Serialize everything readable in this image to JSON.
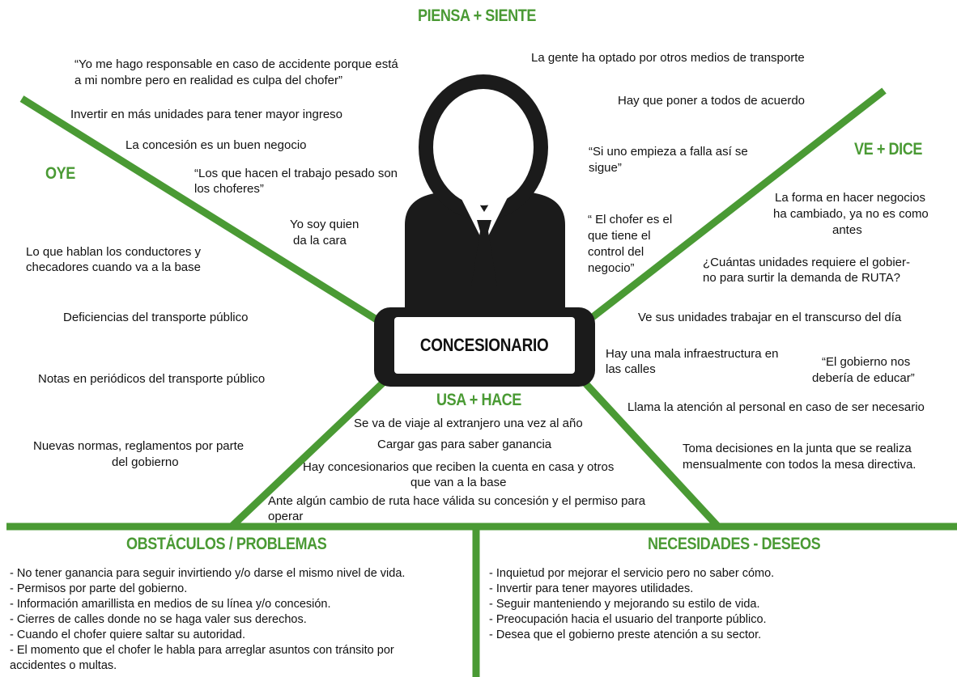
{
  "colors": {
    "accent": "#4a9a34",
    "figure": "#1b1b1b"
  },
  "icon": "person-with-tie-icon",
  "headings": {
    "piensa": "PIENSA + SIENTE",
    "oye": "OYE",
    "ve_dice": "VE + DICE",
    "usa_hace": "USA + HACE",
    "obstaculos": "OBSTÁCULOS / PROBLEMAS",
    "necesidades": "NECESIDADES - DESEOS"
  },
  "center_label": "CONCESIONARIO",
  "piensa_left": {
    "quote_l1": "“Yo me hago responsable en caso de accidente porque está",
    "quote_l2": "a mi nombre pero en realidad es culpa del chofer”",
    "invertir": "Invertir en más unidades para tener mayor ingreso",
    "concesion": "La concesión es un buen negocio",
    "pesado_l1": "“Los que hacen el trabajo pesado son",
    "pesado_l2": "los choferes”",
    "cara_l1": "Yo soy quien",
    "cara_l2": "da la cara"
  },
  "piensa_right": {
    "gente": "La gente ha optado por otros medios de transporte",
    "acuerdo": "Hay que poner a todos de acuerdo",
    "falla_l1": "“Si uno empieza a falla así se",
    "falla_l2": "sigue”",
    "control_l1": "“ El chofer es el",
    "control_l2": "que tiene el",
    "control_l3": "control del",
    "control_l4": "negocio”"
  },
  "oye": {
    "conductores_l1": "Lo que hablan los conductores y",
    "conductores_l2": "checadores cuando va a la base",
    "deficiencias": "Deficiencias del transporte público",
    "notas": "Notas en periódicos del transporte público",
    "normas_l1": "Nuevas normas, reglamentos por parte",
    "normas_l2": "del gobierno"
  },
  "ve_dice": {
    "forma_l1": "La forma en hacer negocios",
    "forma_l2": "ha cambiado, ya no es como",
    "forma_l3": "antes",
    "cuantas_l1": "¿Cuántas unidades requiere el gobier-",
    "cuantas_l2": "no para surtir la demanda de RUTA?",
    "ve_unidades": "Ve sus unidades trabajar en el transcurso del día",
    "infra_l1": "Hay una mala infraestructura en",
    "infra_l2": "las calles",
    "educar_l1": "“El gobierno nos",
    "educar_l2": "debería de educar”",
    "llama": "Llama la atención al personal en caso de ser necesario",
    "toma_l1": "Toma decisiones en la junta que se realiza",
    "toma_l2": "mensualmente con todos la mesa directiva."
  },
  "usa_hace": {
    "viaje": "Se va de viaje al extranjero una vez al año",
    "gas": "Cargar gas para saber ganancia",
    "cuenta_l1": "Hay concesionarios que reciben la cuenta en casa y otros",
    "cuenta_l2": "que van a la base",
    "ruta_l1": "Ante algún cambio de ruta hace válida su concesión y el permiso para",
    "ruta_l2": "operar"
  },
  "obstaculos": [
    "- No tener ganancia para seguir invirtiendo y/o darse el mismo nivel de vida.",
    "- Permisos por parte del gobierno.",
    "- Información amarillista en medios de su línea y/o concesión.",
    "- Cierres de calles donde no se haga valer sus derechos.",
    "- Cuando el chofer quiere saltar su autoridad.",
    "- El momento que el chofer le habla para arreglar asuntos con tránsito por",
    "accidentes o multas."
  ],
  "necesidades": [
    "- Inquietud por mejorar el servicio pero no saber cómo.",
    "- Invertir para tener mayores utilidades.",
    "- Seguir manteniendo y mejorando su estilo de vida.",
    "- Preocupación hacia el usuario del tranporte público.",
    "- Desea que el gobierno preste atención a su sector."
  ]
}
